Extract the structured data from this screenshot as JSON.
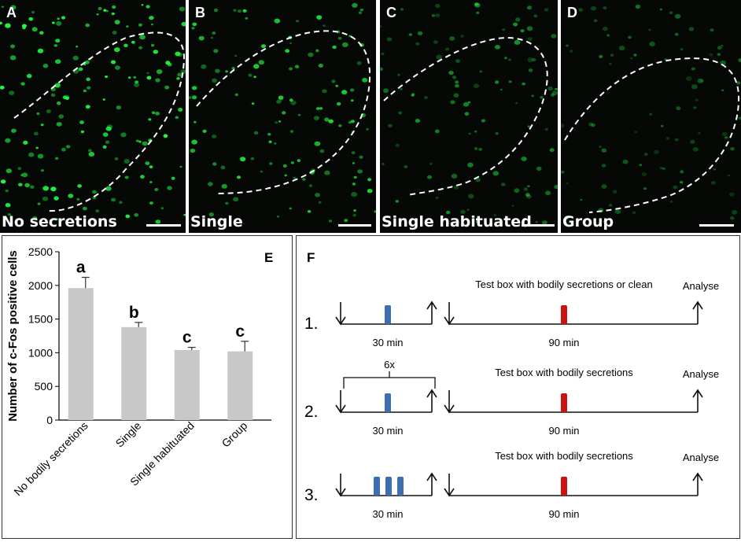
{
  "panels": [
    {
      "letter": "A",
      "title": "No secretions"
    },
    {
      "letter": "B",
      "title": "Single"
    },
    {
      "letter": "C",
      "title": "Single habituated"
    },
    {
      "letter": "D",
      "title": "Group"
    }
  ],
  "colors": {
    "cells": "#22ff44",
    "bar": "#c8c8c8",
    "blue_block": "#3d6fb0",
    "red_block": "#cc1111"
  },
  "chart_label": "E",
  "chart_data": {
    "type": "bar",
    "categories": [
      "No bodily secretions",
      "Single",
      "Single habituated",
      "Group"
    ],
    "values": [
      1960,
      1380,
      1040,
      1020
    ],
    "errors": [
      160,
      70,
      40,
      150
    ],
    "letters": [
      "a",
      "b",
      "c",
      "c"
    ],
    "ylabel": "Number of c-Fos positive cells",
    "ylim": [
      0,
      2500
    ],
    "yticks": [
      0,
      500,
      1000,
      1500,
      2000,
      2500
    ]
  },
  "protocol": {
    "label": "F",
    "rows": [
      {
        "num": "1.",
        "left_time": "30 min",
        "right_time": "90 min",
        "title": "Test box with bodily secretions or clean",
        "end": "Analyse",
        "repeat": "",
        "blocks": 1
      },
      {
        "num": "2.",
        "left_time": "30 min",
        "right_time": "90 min",
        "title": "Test box with bodily secretions",
        "end": "Analyse",
        "repeat": "6x",
        "blocks": 1
      },
      {
        "num": "3.",
        "left_time": "30 min",
        "right_time": "90 min",
        "title": "Test box with bodily secretions",
        "end": "Analyse",
        "repeat": "",
        "blocks": 3
      }
    ]
  }
}
